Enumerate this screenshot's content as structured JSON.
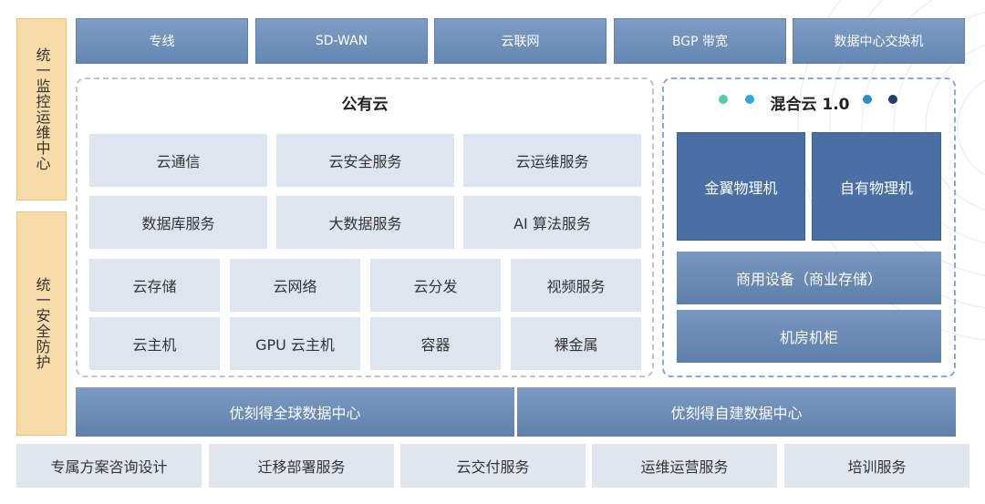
{
  "side": {
    "monitor": "统一监控运维中心",
    "security": "统一安全防护"
  },
  "network": [
    "专线",
    "SD-WAN",
    "云联网",
    "BGP 带宽",
    "数据中心交换机"
  ],
  "public_cloud": {
    "title": "公有云",
    "row1": [
      "云通信",
      "云安全服务",
      "云运维服务"
    ],
    "row2": [
      "数据库服务",
      "大数据服务",
      "AI 算法服务"
    ],
    "row3": [
      "云存储",
      "云网络",
      "云分发",
      "视频服务"
    ],
    "row4": [
      "云主机",
      "GPU 云主机",
      "容器",
      "裸金属"
    ]
  },
  "hybrid_cloud": {
    "title": "混合云 1.0",
    "dot_colors": [
      "#4ecfa8",
      "#2ca9e1",
      "#2a8fc9",
      "#1f3f6e"
    ],
    "physical": [
      "金翼物理机",
      "自有物理机"
    ],
    "storage": "商用设备（商业存储）",
    "rack": "机房机柜"
  },
  "datacenters": [
    "优刻得全球数据中心",
    "优刻得自建数据中心"
  ],
  "services": [
    "专属方案咨询设计",
    "迁移部署服务",
    "云交付服务",
    "运维运营服务",
    "培训服务"
  ]
}
